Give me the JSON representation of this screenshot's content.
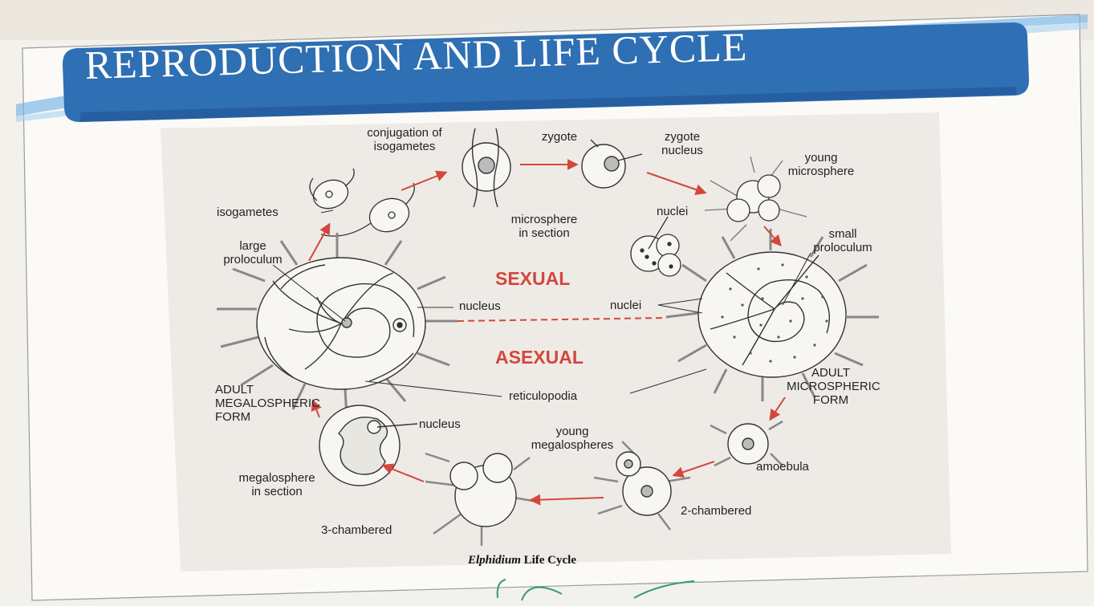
{
  "slide": {
    "title": "REPRODUCTION AND LIFE CYCLE",
    "colors": {
      "banner": "#2f6fb3",
      "banner_dark": "#1f5596",
      "arrow": "#d4473c",
      "label_red": "#d4473c"
    }
  },
  "diagram": {
    "labels": {
      "conjugation": [
        "conjugation of",
        "isogametes"
      ],
      "zygote": "zygote",
      "zygote_nucleus": [
        "zygote",
        "nucleus"
      ],
      "young_microsphere": [
        "young",
        "microsphere"
      ],
      "isogametes": "isogametes",
      "microsphere_section": [
        "microsphere",
        "in section"
      ],
      "nuclei_top": "nuclei",
      "small_proloculum": [
        "small",
        "proloculum"
      ],
      "large_proloculum": [
        "large",
        "proloculum"
      ],
      "sexual": "SEXUAL",
      "nucleus_mid": "nucleus",
      "nuclei_mid": "nuclei",
      "asexual": "ASEXUAL",
      "adult_micro": [
        "ADULT",
        "MICROSPHERIC",
        "FORM"
      ],
      "adult_mega": [
        "ADULT",
        "MEGALOSPHERIC",
        "FORM"
      ],
      "reticulopodia": "reticulopodia",
      "nucleus_low": "nucleus",
      "young_megalospheres": [
        "young",
        "megalospheres"
      ],
      "amoebula": "amoebula",
      "megalosphere_section": [
        "megalosphere",
        "in section"
      ],
      "two_chambered": "2-chambered",
      "three_chambered": "3-chambered"
    },
    "caption_italic": "Elphidium",
    "caption_rest": " Life Cycle"
  }
}
